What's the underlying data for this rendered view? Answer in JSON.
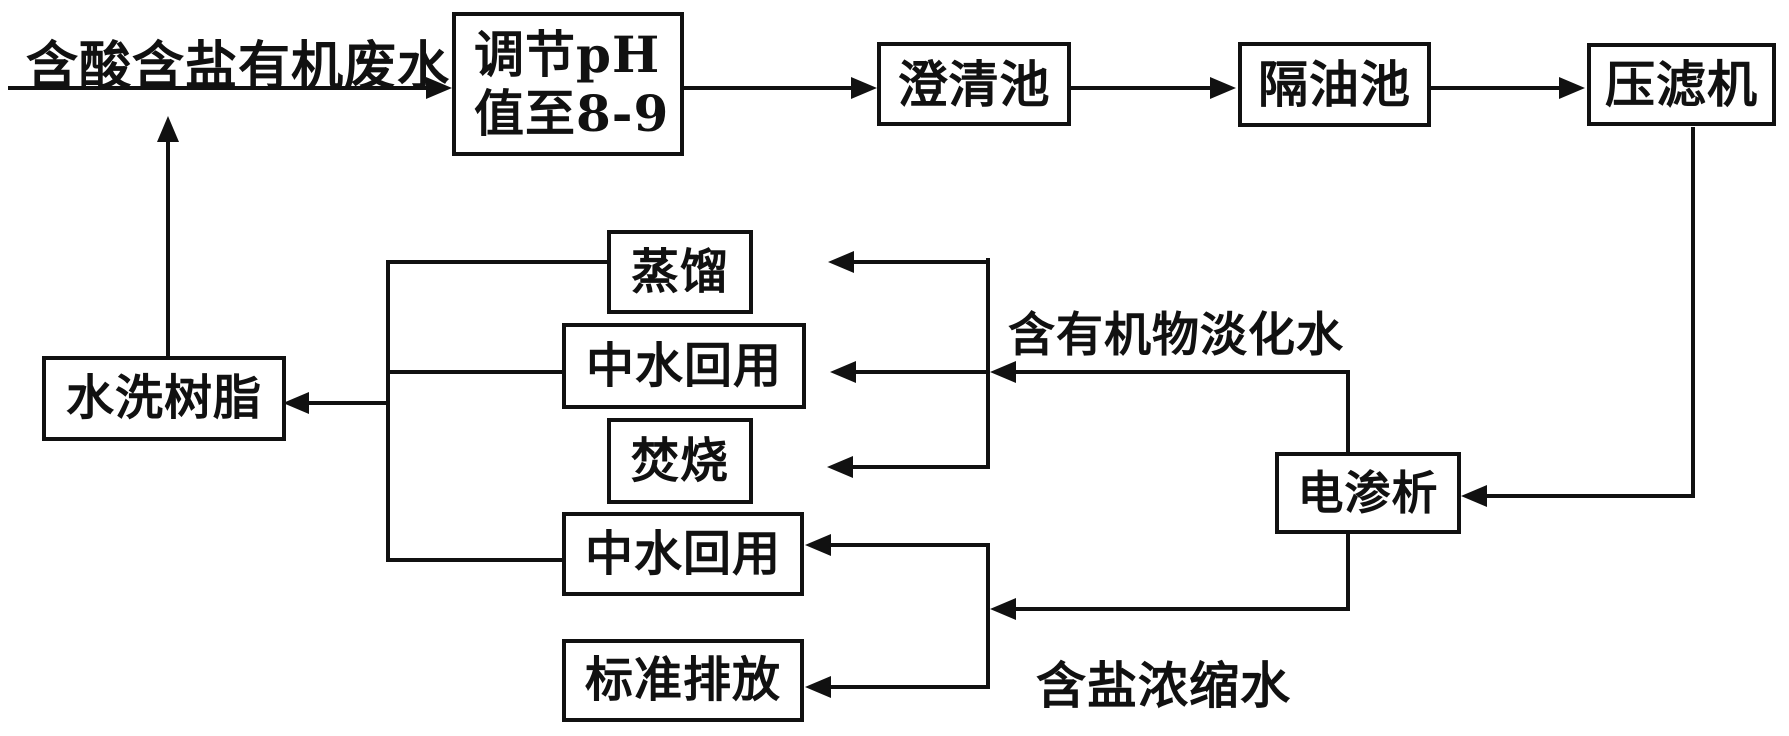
{
  "diagram": {
    "title_hint": "wastewater treatment process flowchart",
    "colors": {
      "background": "#ffffff",
      "line": "#111111",
      "box_border": "#111111",
      "text": "#111111"
    },
    "nodes": {
      "adjust_ph": {
        "label": "调节pH\n值至8-9"
      },
      "clarifier": {
        "label": "澄清池"
      },
      "oil_separator": {
        "label": "隔油池"
      },
      "filter_press": {
        "label": "压滤机"
      },
      "distillation": {
        "label": "蒸馏"
      },
      "reuse1": {
        "label": "中水回用"
      },
      "incineration": {
        "label": "焚烧"
      },
      "reuse2": {
        "label": "中水回用"
      },
      "discharge": {
        "label": "标准排放"
      },
      "electrodialysis": {
        "label": "电渗析"
      },
      "resin_wash": {
        "label": "水洗树脂"
      }
    },
    "labels": {
      "feed": "含酸含盐有机废水",
      "desalinated": "含有机物淡化水",
      "concentrate": "含盐浓缩水"
    }
  }
}
